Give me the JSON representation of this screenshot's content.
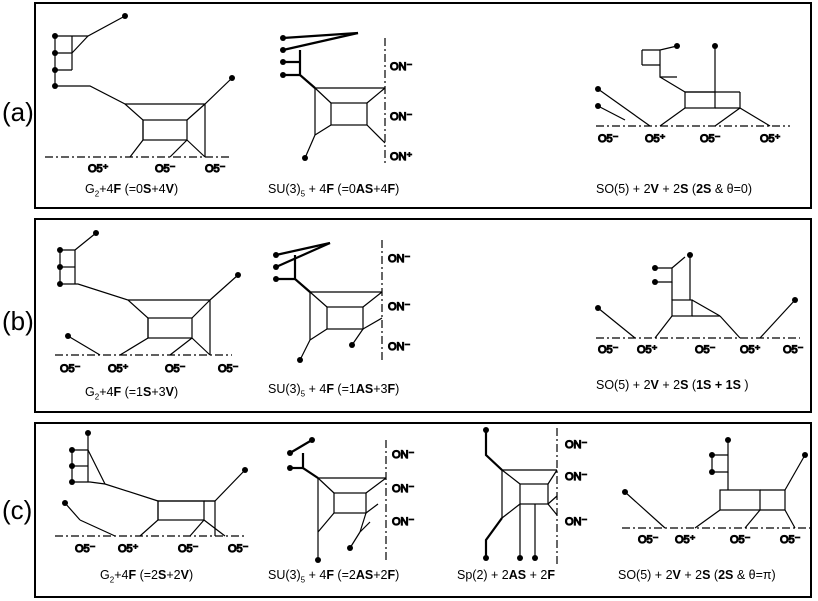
{
  "rows": [
    {
      "label": "(a)",
      "captions": [
        {
          "pre": "G",
          "sub": "2",
          "mid": "+4",
          "b1": "F",
          "m2": " (=0",
          "b2": "S",
          "m3": "+4",
          "b3": "V",
          "end": ")"
        },
        {
          "pre": "SU(3)",
          "sub": "5",
          "mid": " + 4",
          "b1": "F",
          "m2": " (=0",
          "b2": "AS",
          "m3": "+4",
          "b3": "F",
          "end": ")"
        },
        {
          "pre": "SO(5) + 2",
          "sub": "",
          "mid": "",
          "b1": "V",
          "m2": " + 2",
          "b2": "S",
          "m3": " (",
          "b3": "2S",
          "end": " & θ=0)"
        }
      ]
    },
    {
      "label": "(b)",
      "captions": [
        {
          "pre": "G",
          "sub": "2",
          "mid": "+4",
          "b1": "F",
          "m2": " (=1",
          "b2": "S",
          "m3": "+3",
          "b3": "V",
          "end": ")"
        },
        {
          "pre": "SU(3)",
          "sub": "5",
          "mid": " + 4",
          "b1": "F",
          "m2": " (=1",
          "b2": "AS",
          "m3": "+3",
          "b3": "F",
          "end": ")"
        },
        {
          "pre": "SO(5) + 2",
          "sub": "",
          "mid": "",
          "b1": "V",
          "m2": " + 2",
          "b2": "S",
          "m3": " (",
          "b3": "1S + 1S",
          "end": " )"
        }
      ]
    },
    {
      "label": "(c)",
      "captions": [
        {
          "pre": "G",
          "sub": "2",
          "mid": "+4",
          "b1": "F",
          "m2": " (=2",
          "b2": "S",
          "m3": "+2",
          "b3": "V",
          "end": ")"
        },
        {
          "pre": "SU(3)",
          "sub": "5",
          "mid": " + 4",
          "b1": "F",
          "m2": " (=2",
          "b2": "AS",
          "m3": "+2",
          "b3": "F",
          "end": ")"
        },
        {
          "pre": "Sp(2) + 2",
          "sub": "",
          "mid": "",
          "b1": "AS",
          "m2": " + 2",
          "b2": "F",
          "m3": "",
          "b3": "",
          "end": ""
        },
        {
          "pre": "SO(5) + 2",
          "sub": "",
          "mid": "",
          "b1": "V",
          "m2": " + 2",
          "b2": "S",
          "m3": " (",
          "b3": "2S",
          "end": " & θ=π)"
        }
      ]
    }
  ],
  "planes": {
    "o5plus": "O5⁺",
    "o5minus": "O5⁻",
    "onminus": "ON⁻",
    "onplus": "ON⁺"
  }
}
